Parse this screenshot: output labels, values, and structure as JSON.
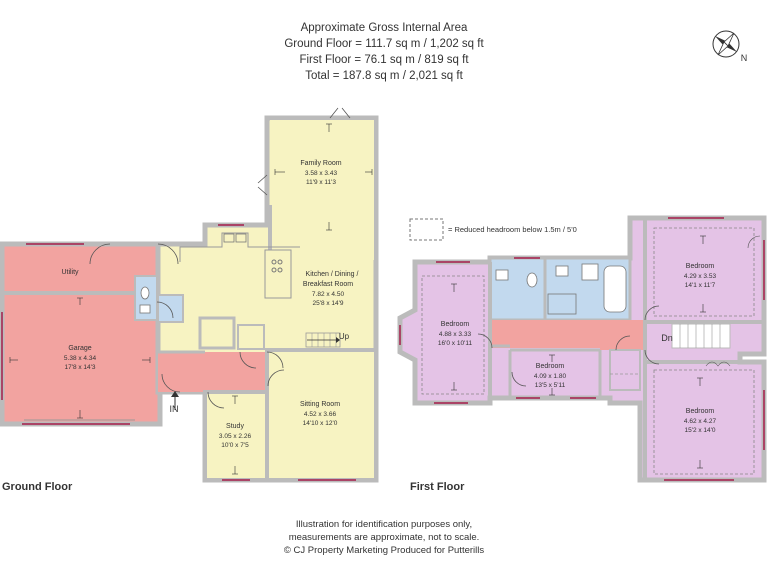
{
  "header": {
    "title": "Approximate Gross Internal Area",
    "ground_floor": "Ground Floor = 111.7 sq m / 1,202 sq ft",
    "first_floor": "First Floor = 76.1 sq m / 819 sq ft",
    "total": "Total = 187.8 sq m / 2,021 sq ft"
  },
  "compass": {
    "label": "N"
  },
  "legend": {
    "text": "= Reduced headroom below 1.5m / 5'0"
  },
  "floors": {
    "ground": "Ground Floor",
    "first": "First Floor"
  },
  "ground_rooms": {
    "family": {
      "name": "Family Room",
      "metric": "3.58 x 3.43",
      "imperial": "11'9 x 11'3"
    },
    "kitchen": {
      "name1": "Kitchen / Dining /",
      "name2": "Breakfast Room",
      "metric": "7.82 x 4.50",
      "imperial": "25'8 x 14'9"
    },
    "utility": {
      "name": "Utility"
    },
    "garage": {
      "name": "Garage",
      "metric": "5.38 x 4.34",
      "imperial": "17'8 x 14'3"
    },
    "sitting": {
      "name": "Sitting Room",
      "metric": "4.52 x 3.66",
      "imperial": "14'10 x 12'0"
    },
    "study": {
      "name": "Study",
      "metric": "3.05 x 2.26",
      "imperial": "10'0 x 7'5"
    },
    "up": "Up",
    "in": "IN"
  },
  "first_rooms": {
    "bed_nw": {
      "name": "Bedroom",
      "metric": "4.88 x 3.33",
      "imperial": "16'0 x 10'11"
    },
    "bed_mid": {
      "name": "Bedroom",
      "metric": "4.09 x 1.80",
      "imperial": "13'5 x 5'11"
    },
    "bed_ne": {
      "name": "Bedroom",
      "metric": "4.29 x 3.53",
      "imperial": "14'1 x 11'7"
    },
    "bed_se": {
      "name": "Bedroom",
      "metric": "4.62 x 4.27",
      "imperial": "15'2 x 14'0"
    },
    "dn": "Dn"
  },
  "footer": {
    "line1": "Illustration for identification purposes only,",
    "line2": "measurements are approximate, not to scale.",
    "line3": "© CJ Property Marketing  Produced for Putterills"
  },
  "colors": {
    "wall": "#bbbbbb",
    "yellow": "#f7f3c2",
    "pink": "#f2a3a0",
    "blue": "#c2d9ee",
    "purple": "#e4c3e6",
    "wall_dark": "#888888"
  }
}
